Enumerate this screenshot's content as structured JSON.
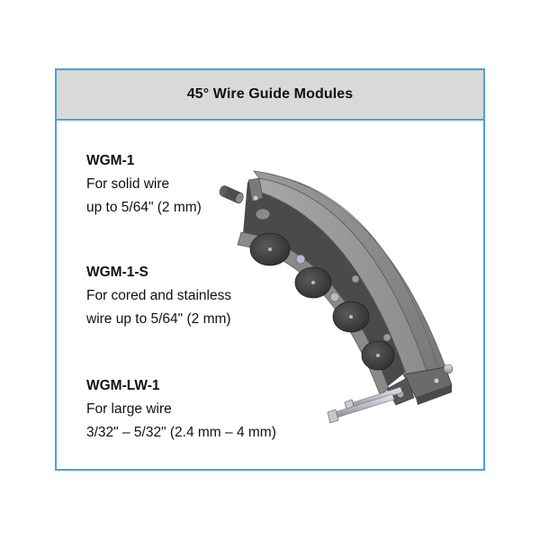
{
  "card": {
    "title": "45° Wire Guide Modules",
    "border_color": "#4aa3cf",
    "header_bg": "#d9d9d9"
  },
  "modules": [
    {
      "code": "WGM-1",
      "lines": [
        "For solid wire",
        "up to 5/64\" (2 mm)"
      ]
    },
    {
      "code": "WGM-1-S",
      "lines": [
        "For cored and stainless",
        "wire up to 5/64\" (2 mm)"
      ]
    },
    {
      "code": "WGM-LW-1",
      "lines": [
        "For large wire",
        "3/32\" – 5/32\" (2.4 mm – 4 mm)"
      ]
    }
  ],
  "illustration": {
    "subject": "45-degree curved wire guide module with rollers",
    "icon": "wire-guide-module-illustration"
  }
}
